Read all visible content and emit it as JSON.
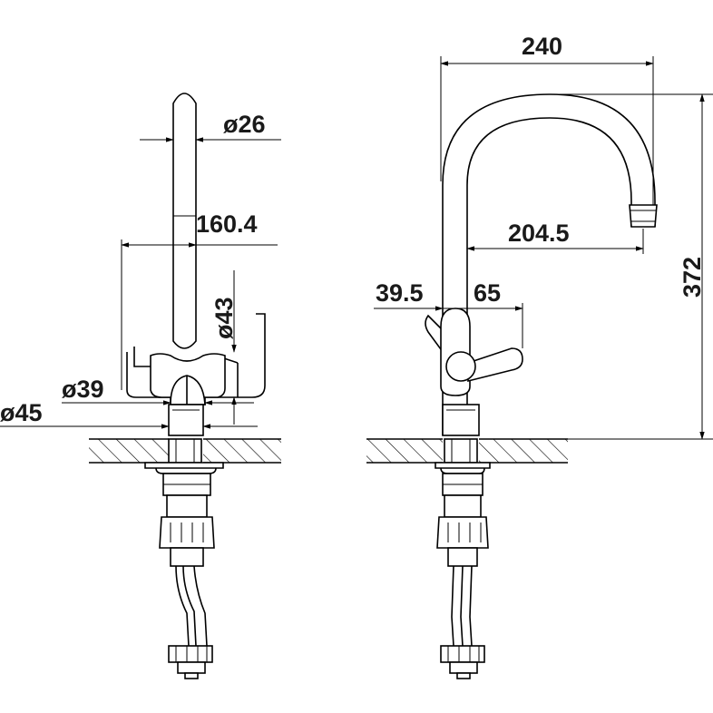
{
  "front_view": {
    "dims": {
      "spout_diameter": "ø26",
      "body_width": "160.4",
      "body_diameter": "ø43",
      "base_diameter_inner": "ø39",
      "base_diameter_outer": "ø45"
    }
  },
  "side_view": {
    "dims": {
      "overall_reach": "240",
      "spout_reach": "204.5",
      "lever_left": "39.5",
      "lever_right": "65",
      "overall_height": "372"
    }
  },
  "colors": {
    "line": "#000000",
    "background": "#ffffff",
    "text": "#1a1a1a"
  }
}
